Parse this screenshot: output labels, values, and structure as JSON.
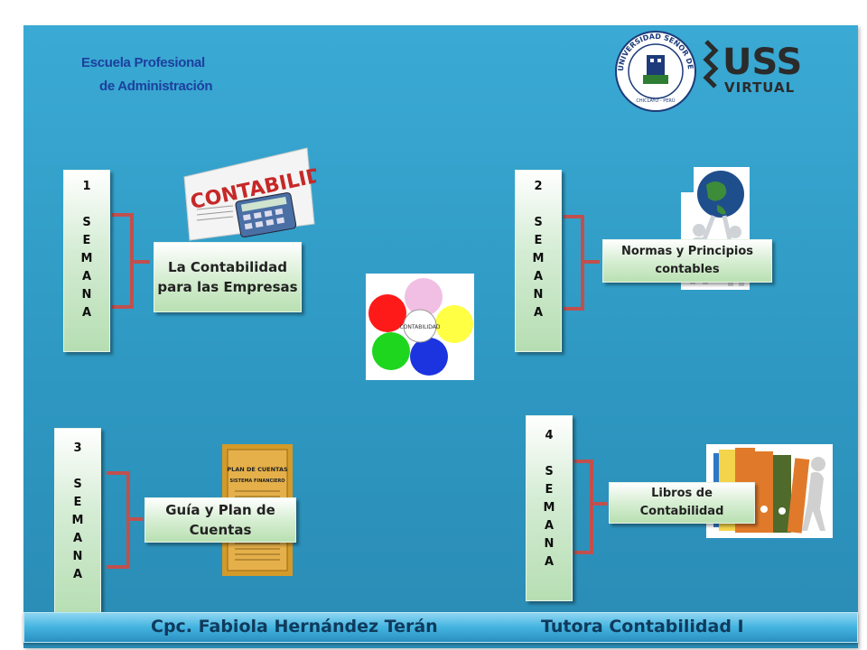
{
  "school": {
    "line1": "Escuela Profesional",
    "line2": "de Administración"
  },
  "logos": {
    "university_seal": "UNIVERSIDAD SEÑOR DE SIPÁN",
    "seal_sub": "CHICLAYO - PERÚ",
    "brand_main": "USS",
    "brand_sub": "VIRTUAL"
  },
  "weeks": [
    {
      "num": "1",
      "letters": [
        "S",
        "E",
        "M",
        "A",
        "N",
        "A"
      ]
    },
    {
      "num": "2",
      "letters": [
        "S",
        "E",
        "M",
        "A",
        "N",
        "A"
      ]
    },
    {
      "num": "3",
      "letters": [
        "S",
        "E",
        "M",
        "A",
        "N",
        "A"
      ]
    },
    {
      "num": "4",
      "letters": [
        "S",
        "E",
        "M",
        "A",
        "N",
        "A"
      ]
    }
  ],
  "topics": {
    "t1": "La Contabilidad para las Empresas",
    "t2": "Normas y Principios contables",
    "t3": "Guía y Plan de Cuentas",
    "t4": "Libros de Contabilidad"
  },
  "images": {
    "contabilidad_word": "CONTABILIDAD",
    "center_label": "CONTABILIDAD",
    "plan_title": "PLAN DE CUENTAS",
    "plan_sub": "SISTEMA FINANCIERO"
  },
  "footer": {
    "author": "Cpc. Fabiola Hernández Terán",
    "role": "Tutora Contabilidad I"
  },
  "colors": {
    "background": "#31a0ca",
    "connector": "#c0504d",
    "school_text": "#1c3f9e",
    "footer_text": "#0f3a5c"
  }
}
